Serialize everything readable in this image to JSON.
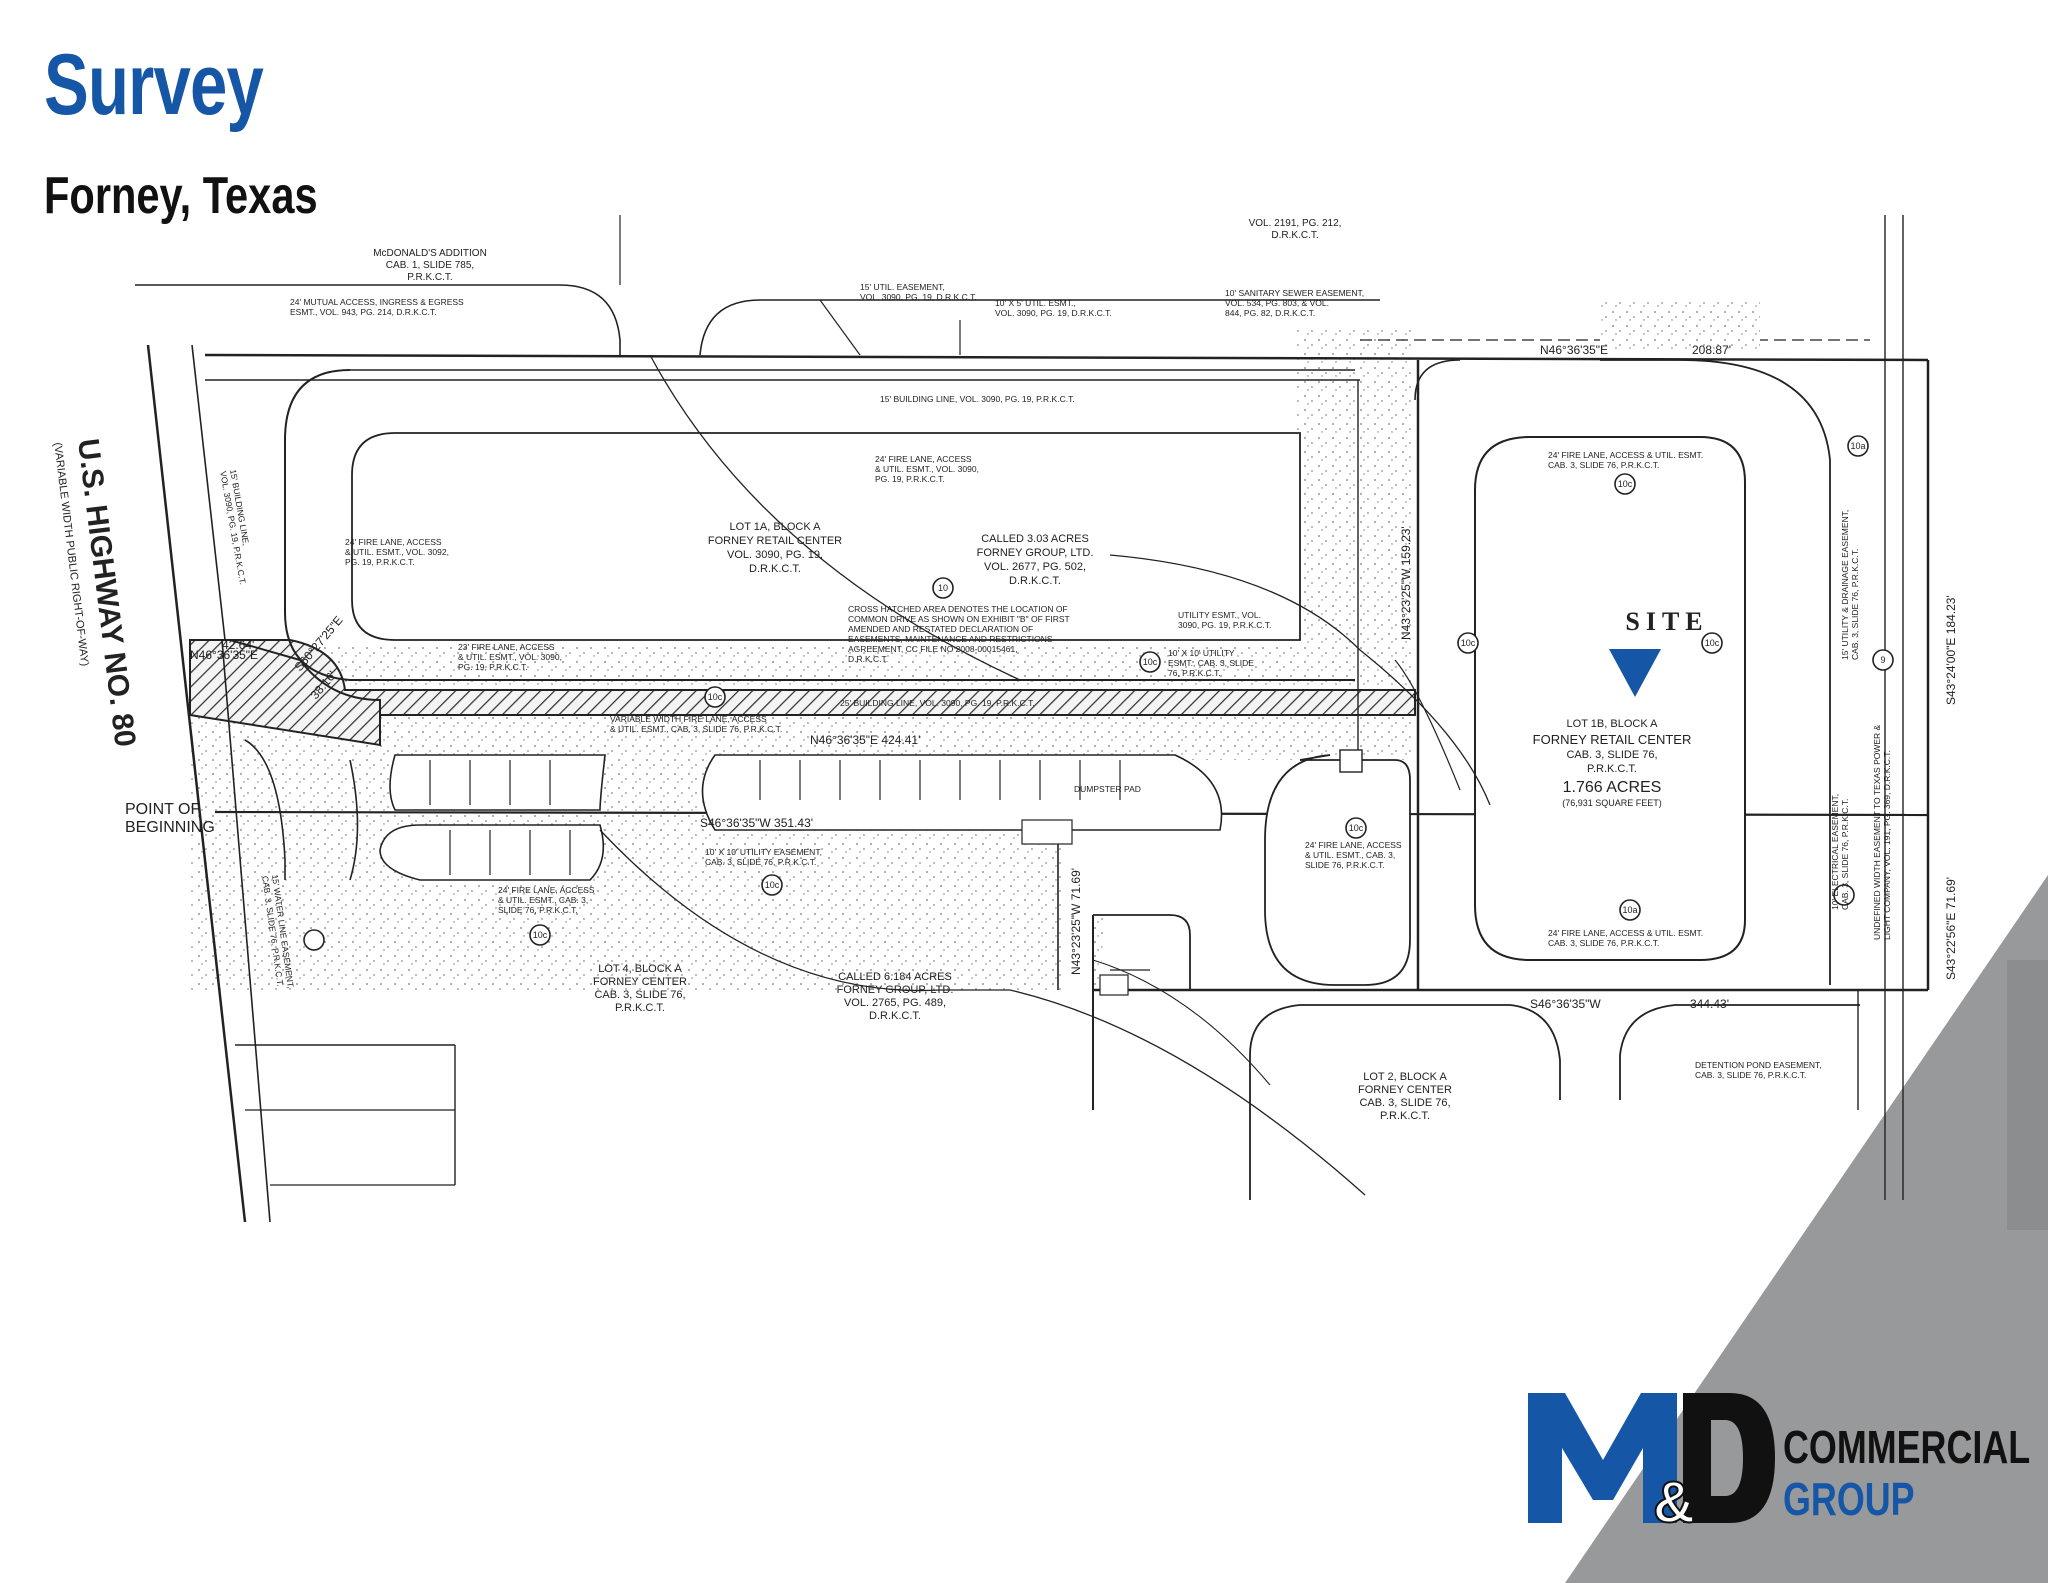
{
  "header": {
    "title": "Survey",
    "subtitle": "Forney, Texas"
  },
  "survey": {
    "highway": "U.S. HIGHWAY NO. 80",
    "highway_note": "(VARIABLE WIDTH PUBLIC RIGHT-OF-WAY)",
    "site_label": "SITE",
    "point_of_beginning": [
      "POINT OF",
      "BEGINNING"
    ],
    "lot_1a": [
      "LOT 1A, BLOCK A",
      "FORNEY RETAIL CENTER",
      "VOL. 3090, PG. 19,",
      "D.R.K.C.T."
    ],
    "called_303": [
      "CALLED 3.03 ACRES",
      "FORNEY GROUP, LTD.",
      "VOL. 2677, PG. 502,",
      "D.R.K.C.T."
    ],
    "lot_1b": [
      "LOT 1B, BLOCK A",
      "FORNEY RETAIL CENTER",
      "CAB. 3, SLIDE 76,",
      "P.R.K.C.T."
    ],
    "acreage": "1.766 ACRES",
    "square_feet": "(76,931 SQUARE FEET)",
    "lot_4": [
      "LOT 4, BLOCK A",
      "FORNEY CENTER",
      "CAB. 3, SLIDE 76,",
      "P.R.K.C.T."
    ],
    "called_6184": [
      "CALLED 6.184 ACRES",
      "FORNEY GROUP, LTD.",
      "VOL. 2765, PG. 489,",
      "D.R.K.C.T."
    ],
    "lot_2": [
      "LOT 2, BLOCK A",
      "FORNEY CENTER",
      "CAB. 3, SLIDE 76,",
      "P.R.K.C.T."
    ],
    "mcdonalds": [
      "McDONALD'S ADDITION",
      "CAB. 1, SLIDE 785,",
      "P.R.K.C.T."
    ],
    "vol_top": [
      "VOL. 2191, PG. 212,",
      "D.R.K.C.T."
    ],
    "cross_hatch_note": [
      "CROSS HATCHED AREA DENOTES THE LOCATION OF",
      "COMMON DRIVE AS SHOWN ON EXHIBIT \"B\" OF FIRST",
      "AMENDED AND RESTATED DECLARATION OF",
      "EASEMENTS, MAINTENANCE AND RESTRICTIONS",
      "AGREEMENT, CC FILE NO 2008-00015461,",
      "D.R.K.C.T."
    ],
    "bearings": {
      "north": "N46°36'35\"E",
      "north_dist": "208.87'",
      "east1": "S43°24'00\"E 184.23'",
      "east2": "S43°22'56\"E 71.69'",
      "south": "S46°36'35\"W",
      "south_dist": "344.43'",
      "west": "N43°23'25\"W 159.23'",
      "mid": "N46°36'35\"E 424.41'",
      "mid_south": "S46°36'35\"W 351.43'",
      "inner_w": "N43°23'25\"W 71.69'",
      "nw": "N46°36'35\"E",
      "nw_dist": "42.64'",
      "diag": "S60°27'25\"E",
      "diag_dist": "38.16'"
    },
    "easements": {
      "mutual": [
        "24' MUTUAL ACCESS, INGRESS & EGRESS",
        "ESMT., VOL. 943, PG. 214, D.R.K.C.T."
      ],
      "util15": [
        "15' UTIL. EASEMENT,",
        "VOL. 3090, PG. 19, D.R.K.C.T."
      ],
      "util10x5": [
        "10' X 5' UTIL. ESMT.,",
        "VOL. 3090, PG. 19, D.R.K.C.T."
      ],
      "sewer": [
        "10' SANITARY SEWER EASEMENT,",
        "VOL. 534, PG. 803, & VOL.",
        "844, PG. 82, D.R.K.C.T."
      ],
      "bldg15": "15' BUILDING LINE, VOL. 3090, PG. 19, P.R.K.C.T.",
      "fire24a": [
        "24' FIRE LANE, ACCESS",
        "& UTIL. ESMT., VOL. 3090,",
        "PG. 19, P.R.K.C.T."
      ],
      "fire24b": [
        "24' FIRE LANE, ACCESS",
        "& UTIL. ESMT., VOL. 3092,",
        "PG. 19, P.R.K.C.T."
      ],
      "fire23": [
        "23' FIRE LANE, ACCESS",
        "& UTIL. ESMT., VOL. 3090,",
        "PG. 19, P.R.K.C.T."
      ],
      "util_vol": [
        "UTILITY ESMT., VOL.",
        "3090, PG. 19, P.R.K.C.T."
      ],
      "util10x10": [
        "10' X 10' UTILITY",
        "ESMT., CAB. 3, SLIDE",
        "76, P.R.K.C.T."
      ],
      "fire24c": [
        "24' FIRE LANE, ACCESS & UTIL. ESMT.",
        "CAB. 3, SLIDE 76, P.R.K.C.T."
      ],
      "fire24d": [
        "24' FIRE LANE, ACCESS & UTIL. ESMT.",
        "CAB. 3, SLIDE 76, P.R.K.C.T."
      ],
      "fire24e": [
        "24' FIRE LANE, ACCESS",
        "& UTIL. ESMT., CAB. 3,",
        "SLIDE 76, P.R.K.C.T."
      ],
      "fire24f": [
        "24' FIRE LANE, ACCESS",
        "& UTIL. ESMT., CAB. 3,",
        "SLIDE 76, P.R.K.C.T."
      ],
      "util10x10b": [
        "10' X 10' UTILITY EASEMENT,",
        "CAB. 3, SLIDE 76, P.R.K.C.T."
      ],
      "variable": [
        "VARIABLE WIDTH FIRE LANE, ACCESS",
        "& UTIL. ESMT., CAB. 3, SLIDE 76, P.R.K.C.T."
      ],
      "detention": [
        "DETENTION POND EASEMENT,",
        "CAB. 3, SLIDE 76, P.R.K.C.T."
      ],
      "bldg25": "25' BUILDING LINE, VOL. 3090, PG. 19, P.R.K.C.T.",
      "bldg15v": [
        "15' BUILDING LINE,",
        "VOL. 3090, PG. 19, P.R.K.C.T."
      ],
      "water15": [
        "15' WATER LINE EASEMENT,",
        "CAB. 3, SLIDE 76, P.R.K.C.T."
      ],
      "drainage": [
        "15' UTILITY & DRAINAGE EASEMENT,",
        "CAB. 3, SLIDE 76, P.R.K.C.T."
      ],
      "electric": [
        "10' ELECTRICAL EASEMENT,",
        "CAB. 3, SLIDE 76, P.R.K.C.T."
      ],
      "tpl": [
        "UNDEFINED WIDTH EASEMENT TO TEXAS POWER &",
        "LIGHT COMPANY, VOL. 191, PG. 369, D.R.K.C.T."
      ]
    },
    "dumpster": "DUMPSTER PAD",
    "markers": [
      "10",
      "10c",
      "10c",
      "10c",
      "10c",
      "10c",
      "10c",
      "10c",
      "10c",
      "10a",
      "10a",
      "9"
    ]
  },
  "logo": {
    "mark": "M&D",
    "line1": "COMMERCIAL",
    "line2": "GROUP"
  },
  "colors": {
    "brand_blue": "#1556a6",
    "grey": "#98999b",
    "ink": "#222222"
  }
}
